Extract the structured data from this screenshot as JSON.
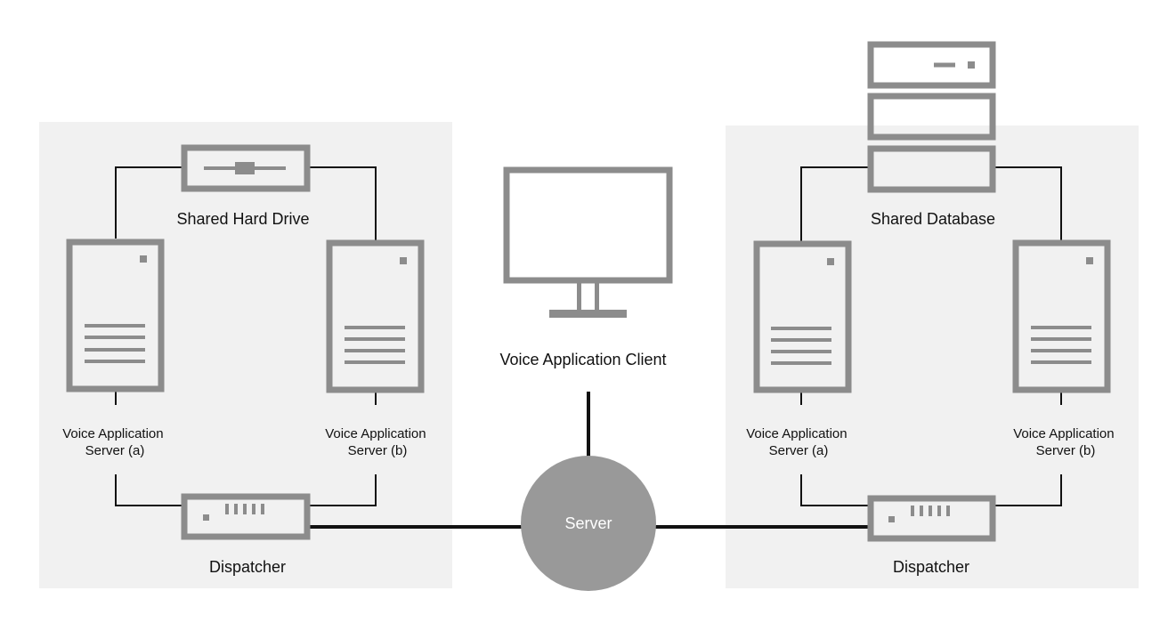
{
  "left_cluster": {
    "shared_storage_label": "Shared Hard Drive",
    "server_a": {
      "line1": "Voice Application",
      "line2": "Server (a)"
    },
    "server_b": {
      "line1": "Voice Application",
      "line2": "Server (b)"
    },
    "dispatcher_label": "Dispatcher"
  },
  "center": {
    "client_label": "Voice Application Client",
    "server_label": "Server"
  },
  "right_cluster": {
    "shared_storage_label": "Shared Database",
    "server_a": {
      "line1": "Voice Application",
      "line2": "Server (a)"
    },
    "server_b": {
      "line1": "Voice Application",
      "line2": "Server (b)"
    },
    "dispatcher_label": "Dispatcher"
  },
  "colors": {
    "panel": "#f1f1f1",
    "icon": "#8c8c8c",
    "server_circle": "#999999",
    "line": "#111111"
  }
}
